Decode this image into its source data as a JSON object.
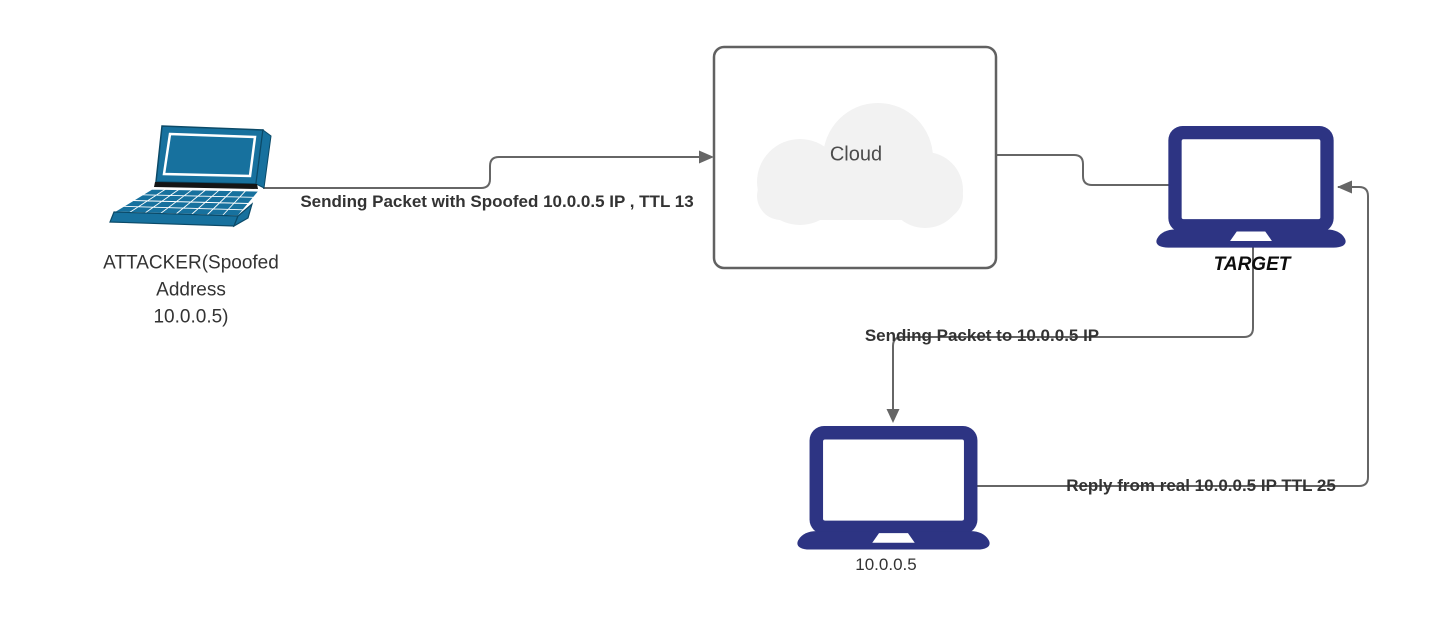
{
  "diagram": {
    "type": "network-flow-diagram",
    "nodes": {
      "attacker": {
        "label_lines": [
          "ATTACKER(Spoofed",
          "Address",
          "10.0.0.5)"
        ],
        "icon": "laptop-3d-icon",
        "color": "#17719e"
      },
      "cloud": {
        "label": "Cloud",
        "icon": "cloud-icon",
        "fill": "#f2f2f2",
        "border_color": "#616161"
      },
      "target": {
        "label": "TARGET",
        "icon": "laptop-icon",
        "color": "#2d3483"
      },
      "real_host": {
        "label": "10.0.0.5",
        "icon": "laptop-icon",
        "color": "#2d3483"
      }
    },
    "edges": {
      "attacker_to_cloud": {
        "label": "Sending Packet with Spoofed 10.0.0.5 IP , TTL 13",
        "arrow": true
      },
      "cloud_to_target": {
        "label": "",
        "arrow": false
      },
      "target_to_real_host": {
        "label": "Sending Packet to 10.0.0.5 IP",
        "arrow": true
      },
      "real_host_to_target": {
        "label": "Reply from real 10.0.0.5 IP TTL 25",
        "arrow": true
      }
    },
    "colors": {
      "connector": "#666666",
      "edge_label_text": "#333333",
      "node_label_text": "#333333",
      "cloud_fill": "#f2f2f2",
      "background": "#ffffff"
    }
  }
}
